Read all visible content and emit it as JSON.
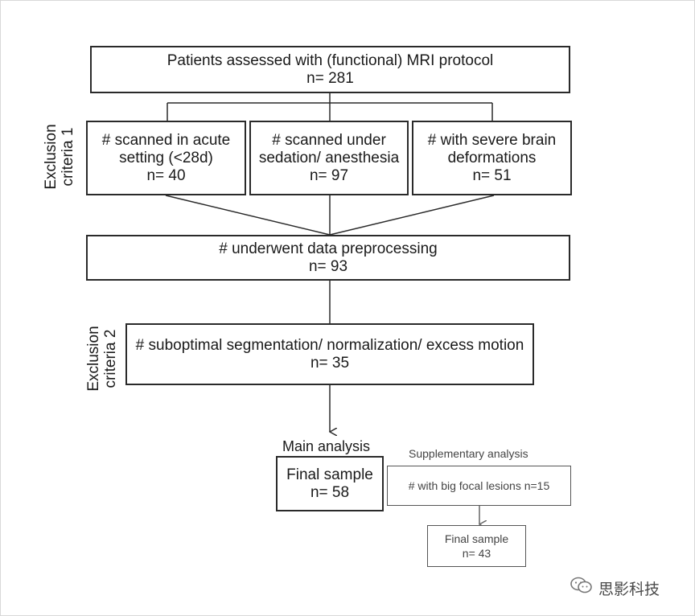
{
  "flowchart": {
    "top_box": {
      "lines": [
        "Patients assessed with (functional) MRI protocol",
        "n= 281"
      ]
    },
    "exclusion1": {
      "label_lines": [
        "Exclusion",
        "criteria 1"
      ],
      "boxes": [
        {
          "lines": [
            "# scanned in acute",
            "setting (<28d)",
            "n= 40"
          ]
        },
        {
          "lines": [
            "# scanned under",
            "sedation/ anesthesia",
            "n= 97"
          ]
        },
        {
          "lines": [
            "# with severe brain",
            "deformations",
            "n= 51"
          ]
        }
      ]
    },
    "preprocessing_box": {
      "lines": [
        "# underwent data preprocessing",
        "n= 93"
      ]
    },
    "exclusion2": {
      "label_lines": [
        "Exclusion",
        "criteria 2"
      ],
      "box": {
        "lines": [
          "# suboptimal segmentation/ normalization/ excess motion",
          "n= 35"
        ]
      }
    },
    "main_analysis": {
      "title": "Main analysis",
      "box_lines": [
        "Final sample",
        "n= 58"
      ]
    },
    "supplementary_analysis": {
      "title": "Supplementary analysis",
      "lesions_box": "# with big focal lesions n=15",
      "final_box_lines": [
        "Final sample",
        "n= 43"
      ]
    }
  },
  "watermark": {
    "icon": "wechat-icon",
    "text": "思影科技"
  }
}
